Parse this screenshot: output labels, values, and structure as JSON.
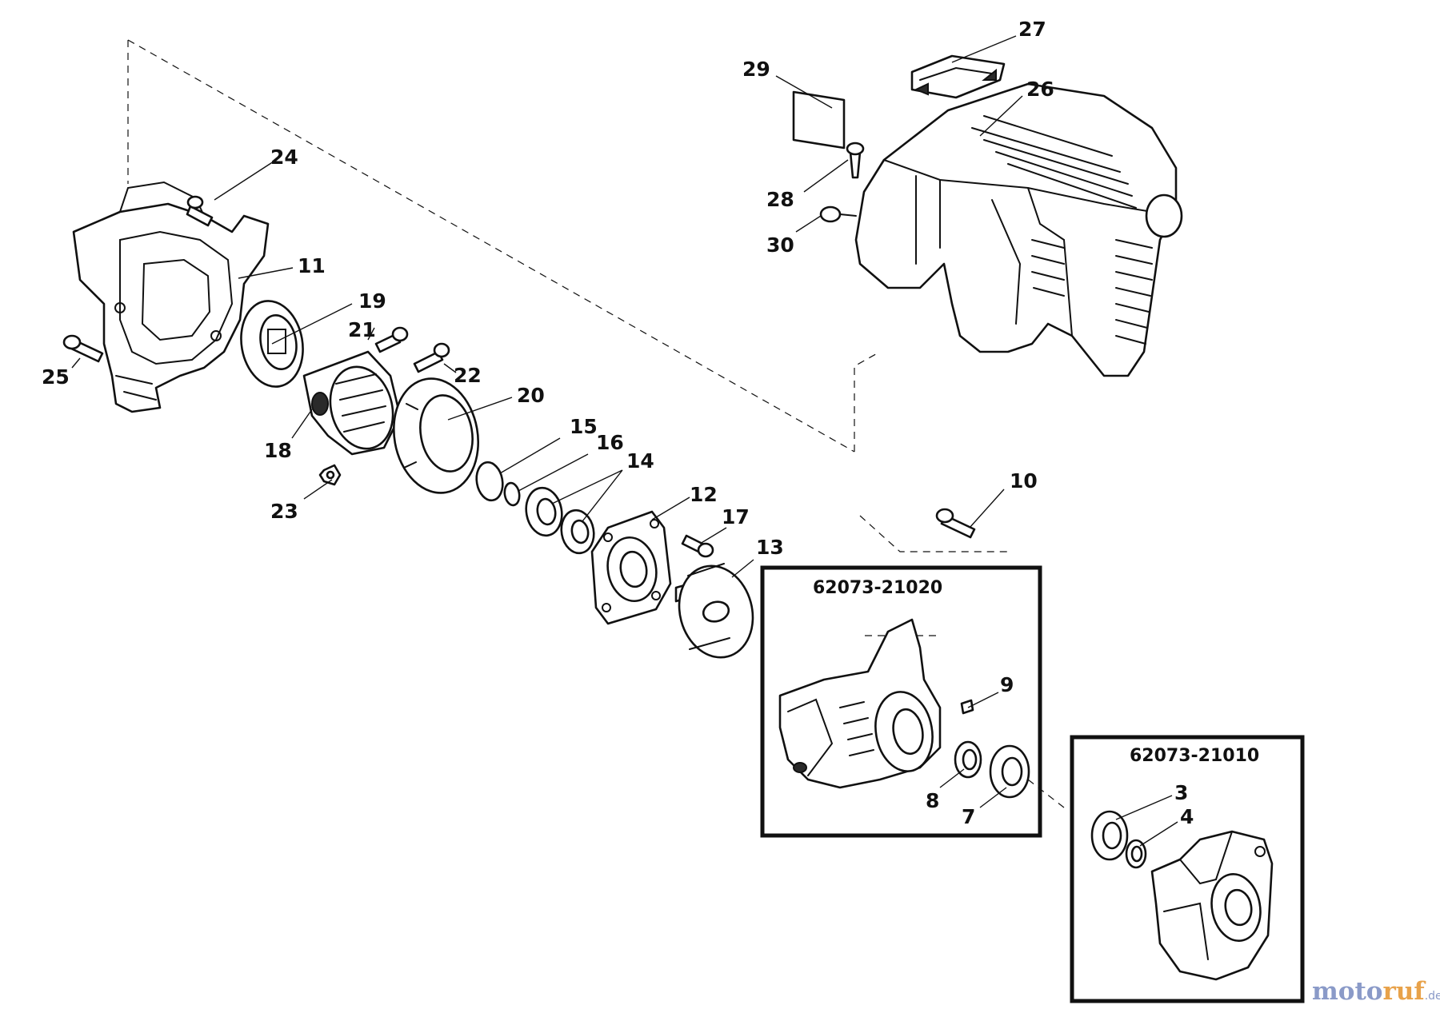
{
  "callouts": {
    "c3": "3",
    "c4": "4",
    "c7": "7",
    "c8": "8",
    "c9": "9",
    "c10": "10",
    "c11": "11",
    "c12": "12",
    "c13": "13",
    "c14": "14",
    "c15": "15",
    "c16": "16",
    "c17": "17",
    "c18": "18",
    "c19": "19",
    "c20": "20",
    "c21": "21",
    "c22": "22",
    "c23": "23",
    "c24": "24",
    "c25": "25",
    "c26": "26",
    "c27": "27",
    "c28": "28",
    "c29": "29",
    "c30": "30"
  },
  "kits": {
    "kit_a": "62073-21020",
    "kit_b": "62073-21010"
  },
  "watermark": {
    "part1": "moto",
    "part2": "ruf",
    "suffix": ".de"
  }
}
